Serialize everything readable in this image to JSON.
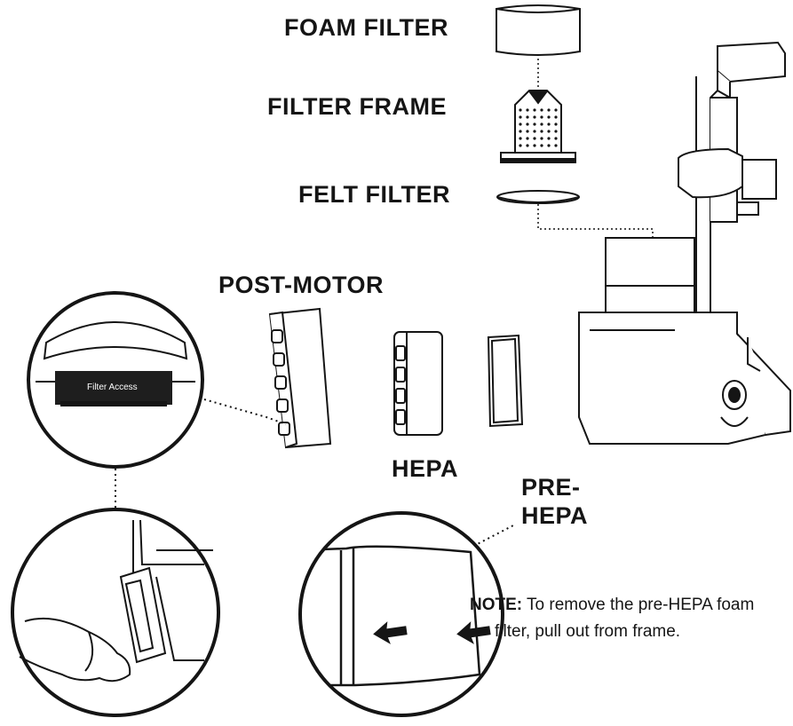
{
  "labels": {
    "foam_filter": "FOAM FILTER",
    "filter_frame": "FILTER FRAME",
    "felt_filter": "FELT FILTER",
    "post_motor": "POST-MOTOR",
    "hepa": "HEPA",
    "pre_hepa_line1": "PRE-",
    "pre_hepa_line2": "HEPA",
    "filter_access": "Filter Access"
  },
  "note": {
    "prefix": "NOTE:",
    "line1": "To remove the pre-HEPA foam",
    "line2": "filter, pull out from frame."
  },
  "colors": {
    "ink": "#151515",
    "paper": "#ffffff",
    "dark_panel": "#1e1e1e"
  }
}
